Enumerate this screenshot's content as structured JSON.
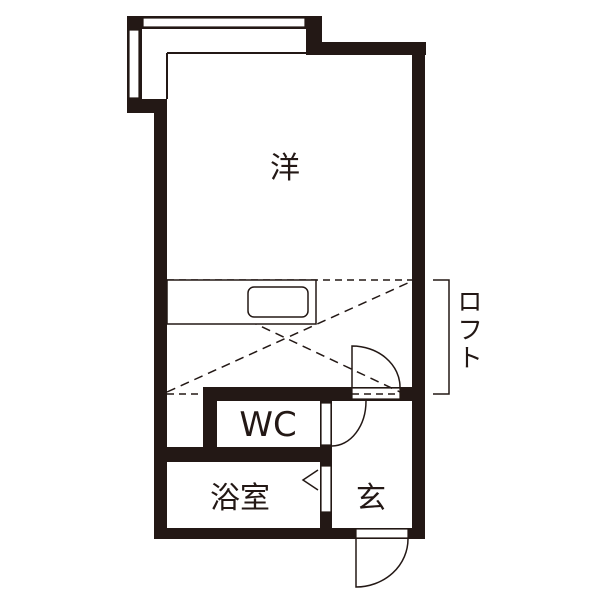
{
  "floor_plan": {
    "rooms": {
      "western_room": "洋",
      "toilet": "WC",
      "bathroom": "浴室",
      "entrance": "玄"
    },
    "loft_label": "ロフト"
  },
  "colors": {
    "wall": "#231815",
    "background": "#ffffff"
  }
}
